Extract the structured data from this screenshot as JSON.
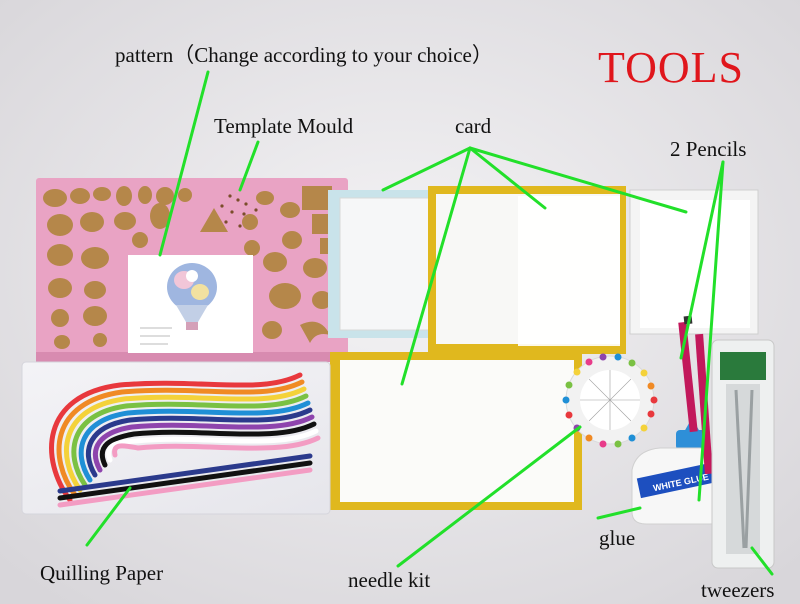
{
  "labels": {
    "pattern": "pattern（Change according to your choice）",
    "title": "TOOLS",
    "template_mould": "Template Mould",
    "card": "card",
    "pencils": "2 Pencils",
    "quilling_paper": "Quilling Paper",
    "needle_kit": "needle kit",
    "glue": "glue",
    "tweezers": "tweezers"
  },
  "glue_bottle_text": "WHITE GLUE",
  "colors": {
    "title": "#e0161c",
    "pointer_lines": "#22e02a",
    "mould": "#e9a3c4",
    "cork": "#b5874a",
    "card_border": "#e0b81e",
    "card_light_blue": "#c9e3ea",
    "background": "#e9e7ea"
  }
}
